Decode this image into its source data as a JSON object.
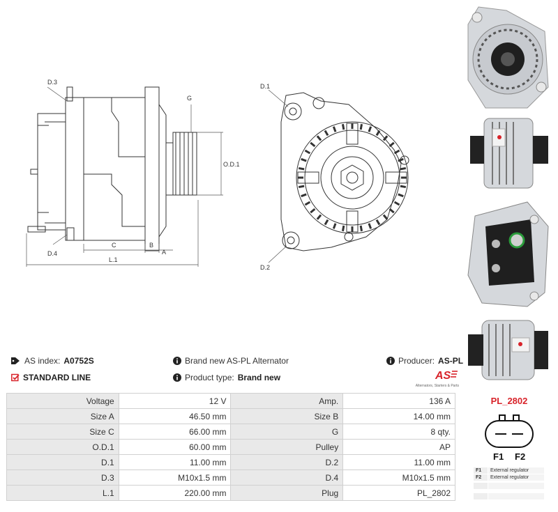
{
  "drawing": {
    "labels": {
      "d3": "D.3",
      "d4": "D.4",
      "g": "G",
      "od1": "O.D.1",
      "c": "C",
      "b": "B",
      "a": "A",
      "l1": "L.1",
      "d1": "D.1",
      "d2": "D.2"
    }
  },
  "info": {
    "as_index_label": "AS index:",
    "as_index_value": "A0752S",
    "brand_text": "Brand new AS-PL Alternator",
    "producer_label": "Producer:",
    "producer_value": "AS-PL",
    "line_label": "STANDARD LINE",
    "product_type_label": "Product type:",
    "product_type_value": "Brand new",
    "logo_tagline": "Alternators, Starters & Parts"
  },
  "specs": [
    [
      "Voltage",
      "12 V",
      "Amp.",
      "136 A"
    ],
    [
      "Size A",
      "46.50 mm",
      "Size B",
      "14.00 mm"
    ],
    [
      "Size C",
      "66.00 mm",
      "G",
      "8 qty."
    ],
    [
      "O.D.1",
      "60.00 mm",
      "Pulley",
      "AP"
    ],
    [
      "D.1",
      "11.00 mm",
      "D.2",
      "11.00 mm"
    ],
    [
      "D.3",
      "M10x1.5 mm",
      "D.4",
      "M10x1.5 mm"
    ],
    [
      "L.1",
      "220.00 mm",
      "Plug",
      "PL_2802"
    ]
  ],
  "plug": {
    "title": "PL_2802",
    "pin1": "F1",
    "pin2": "F2",
    "legend": [
      {
        "pin": "F1",
        "desc": "External regulator"
      },
      {
        "pin": "F2",
        "desc": "External regulator"
      },
      {
        "pin": "",
        "desc": ""
      },
      {
        "pin": "",
        "desc": ""
      }
    ]
  },
  "colors": {
    "accent": "#d8232a",
    "key_bg": "#e9e9e9",
    "border": "#d0d0d0"
  },
  "icons": [
    "tag-icon",
    "info-icon",
    "check-square-icon"
  ]
}
